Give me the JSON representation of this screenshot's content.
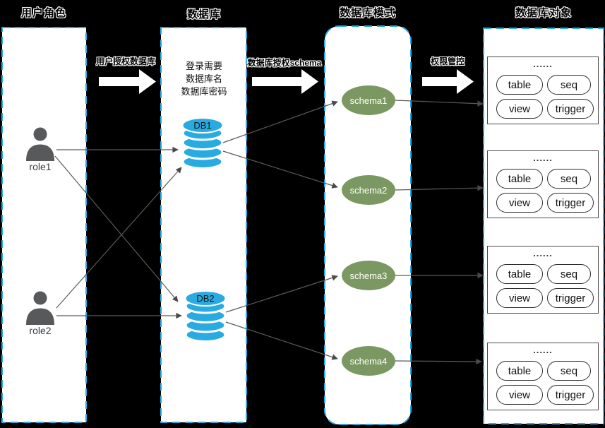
{
  "columns": [
    {
      "header": "用户角色"
    },
    {
      "header": "数据库",
      "note": "登录需要\n数据库名\n数据库密码"
    },
    {
      "header": "数据库模式"
    },
    {
      "header": "数据库对象"
    }
  ],
  "flow_arrows": [
    {
      "label": "用户授权数据库"
    },
    {
      "label": "数据库授权schema"
    },
    {
      "label": "权限管控"
    }
  ],
  "roles": [
    {
      "label": "role1"
    },
    {
      "label": "role2"
    }
  ],
  "databases": [
    {
      "label": "DB1"
    },
    {
      "label": "DB2"
    }
  ],
  "schemas": [
    {
      "label": "schema1"
    },
    {
      "label": "schema2"
    },
    {
      "label": "schema3"
    },
    {
      "label": "schema4"
    }
  ],
  "object_groups": [
    {
      "ellipsis": "......",
      "pills": [
        "table",
        "seq",
        "view",
        "trigger"
      ]
    },
    {
      "ellipsis": "......",
      "pills": [
        "table",
        "seq",
        "view",
        "trigger"
      ]
    },
    {
      "ellipsis": "......",
      "pills": [
        "table",
        "seq",
        "view",
        "trigger"
      ]
    },
    {
      "ellipsis": "......",
      "pills": [
        "table",
        "seq",
        "view",
        "trigger"
      ]
    }
  ],
  "colors": {
    "panel_border_blue": "#29abe2",
    "db_cylinder_blue": "#29abe2",
    "schema_green": "#7c9862",
    "person_gray": "#58595b",
    "connector_gray": "#595959",
    "background": "#000000",
    "panel_fill": "#ffffff"
  }
}
